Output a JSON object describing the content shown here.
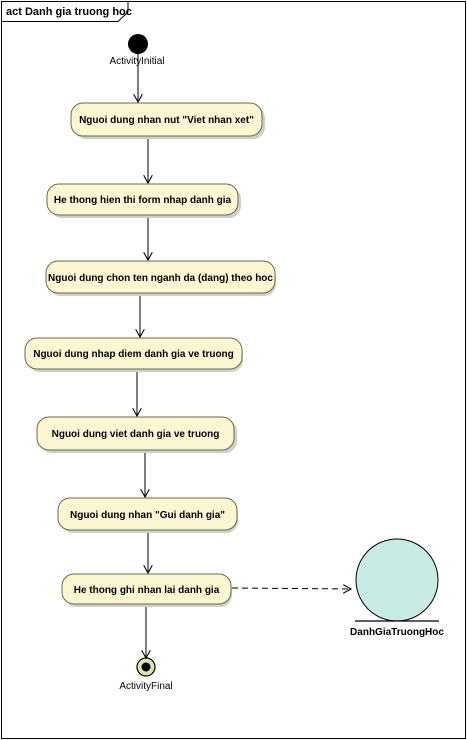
{
  "frame": {
    "title": "act Danh gia truong hoc"
  },
  "initial_node": {
    "label": "ActivityInitial"
  },
  "final_node": {
    "label": "ActivityFinal"
  },
  "actions": [
    {
      "label": "Nguoi dung nhan nut \"Viet nhan xet\""
    },
    {
      "label": "He thong hien thi form nhap danh gia"
    },
    {
      "label": "Nguoi dung chon ten nganh da (dang)  theo hoc"
    },
    {
      "label": "Nguoi dung nhap diem danh gia ve truong"
    },
    {
      "label": "Nguoi dung viet danh gia ve truong"
    },
    {
      "label": "Nguoi dung nhan \"Gui danh gia\""
    },
    {
      "label": "He thong ghi nhan lai danh gia"
    }
  ],
  "entity": {
    "label": "DanhGiaTruongHoc"
  },
  "colors": {
    "action_fill": "#fdf6d3",
    "entity_fill": "#c8ebe6",
    "final_ring": "#d8e8b4"
  }
}
